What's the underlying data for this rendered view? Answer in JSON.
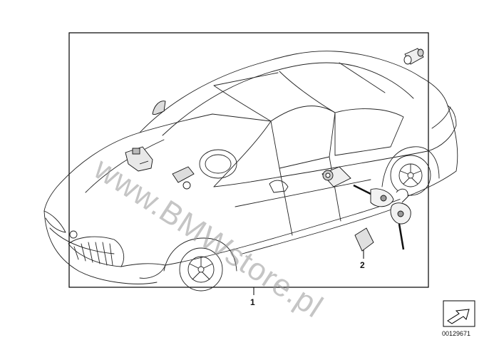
{
  "diagram": {
    "callouts": {
      "part_1": "1",
      "part_2": "2"
    },
    "watermark": "www.BMWstore.pl",
    "reference_number": "00129671",
    "icons": {
      "direction_symbol": "arrow-box-icon",
      "vehicle": "car-outline-icon"
    }
  }
}
